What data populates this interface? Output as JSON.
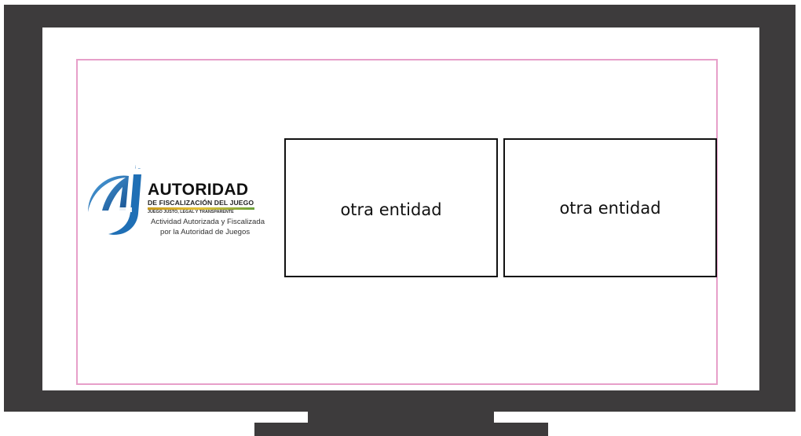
{
  "logo": {
    "brand": "AUTORIDAD",
    "subtitle": "DE FISCALIZACIÓN DEL JUEGO",
    "motto": "JUEGO JUSTO, LEGAL Y TRANSPARENTE",
    "tagline_line1": "Actividad Autorizada y Fiscalizada",
    "tagline_line2": "por la Autoridad de Juegos"
  },
  "entities": [
    {
      "label": "otra entidad"
    },
    {
      "label": "otra entidad"
    }
  ],
  "colors": {
    "frame": "#3d3b3c",
    "safe_area_border": "#e79fc9",
    "logo_blue": "#1f6fb5",
    "box_border": "#111111"
  }
}
